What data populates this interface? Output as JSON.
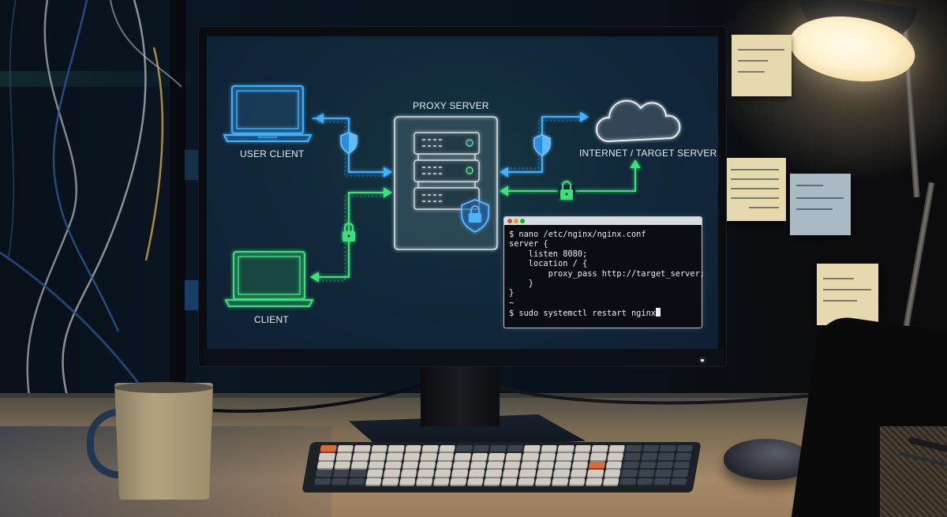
{
  "scene": {
    "description": "Dark desk setup at night with a monitor showing a proxy server network diagram and an nginx config terminal",
    "colors": {
      "screen_bg": "#11293a",
      "blue_accent": "#3fb0ff",
      "green_accent": "#3ee07a",
      "label_text": "#e4ebf0",
      "lamp_light": "#fff2cf",
      "desk_wood": "#a68a68",
      "sticky_yellow": "#e6d9ae",
      "sticky_blue": "#a9bac4"
    }
  },
  "diagram": {
    "nodes": {
      "user_client": {
        "label": "USER CLIENT",
        "icon": "laptop-icon",
        "color": "#3fb0ff"
      },
      "client": {
        "label": "CLIENT",
        "icon": "laptop-icon",
        "color": "#3ee07a"
      },
      "proxy_server": {
        "label": "PROXY SERVER",
        "icon": "server-rack-icon",
        "badge": "shield-lock-icon"
      },
      "internet": {
        "label": "INTERNET / TARGET SERVER",
        "icon": "cloud-icon"
      }
    },
    "connectors": [
      {
        "from": "user_client",
        "to": "proxy_server",
        "color": "blue",
        "icon": "shield-icon",
        "bidirectional": true
      },
      {
        "from": "client",
        "to": "proxy_server",
        "color": "green",
        "icon": "padlock-icon",
        "bidirectional": true
      },
      {
        "from": "proxy_server",
        "to": "internet",
        "color": "blue",
        "icon": "shield-icon",
        "bidirectional": true
      },
      {
        "from": "proxy_server",
        "to": "internet",
        "color": "green",
        "icon": "padlock-icon",
        "bidirectional": true
      }
    ]
  },
  "terminal": {
    "window_dots": [
      "#e0443e",
      "#dea123",
      "#1aab29"
    ],
    "lines": [
      "$ nano /etc/nginx/nginx.conf",
      "server {",
      "    listen 8080;",
      "    location / {",
      "        proxy_pass http://target_server;",
      "    }",
      "}",
      "~",
      "$ sudo systemctl restart nginx"
    ]
  }
}
